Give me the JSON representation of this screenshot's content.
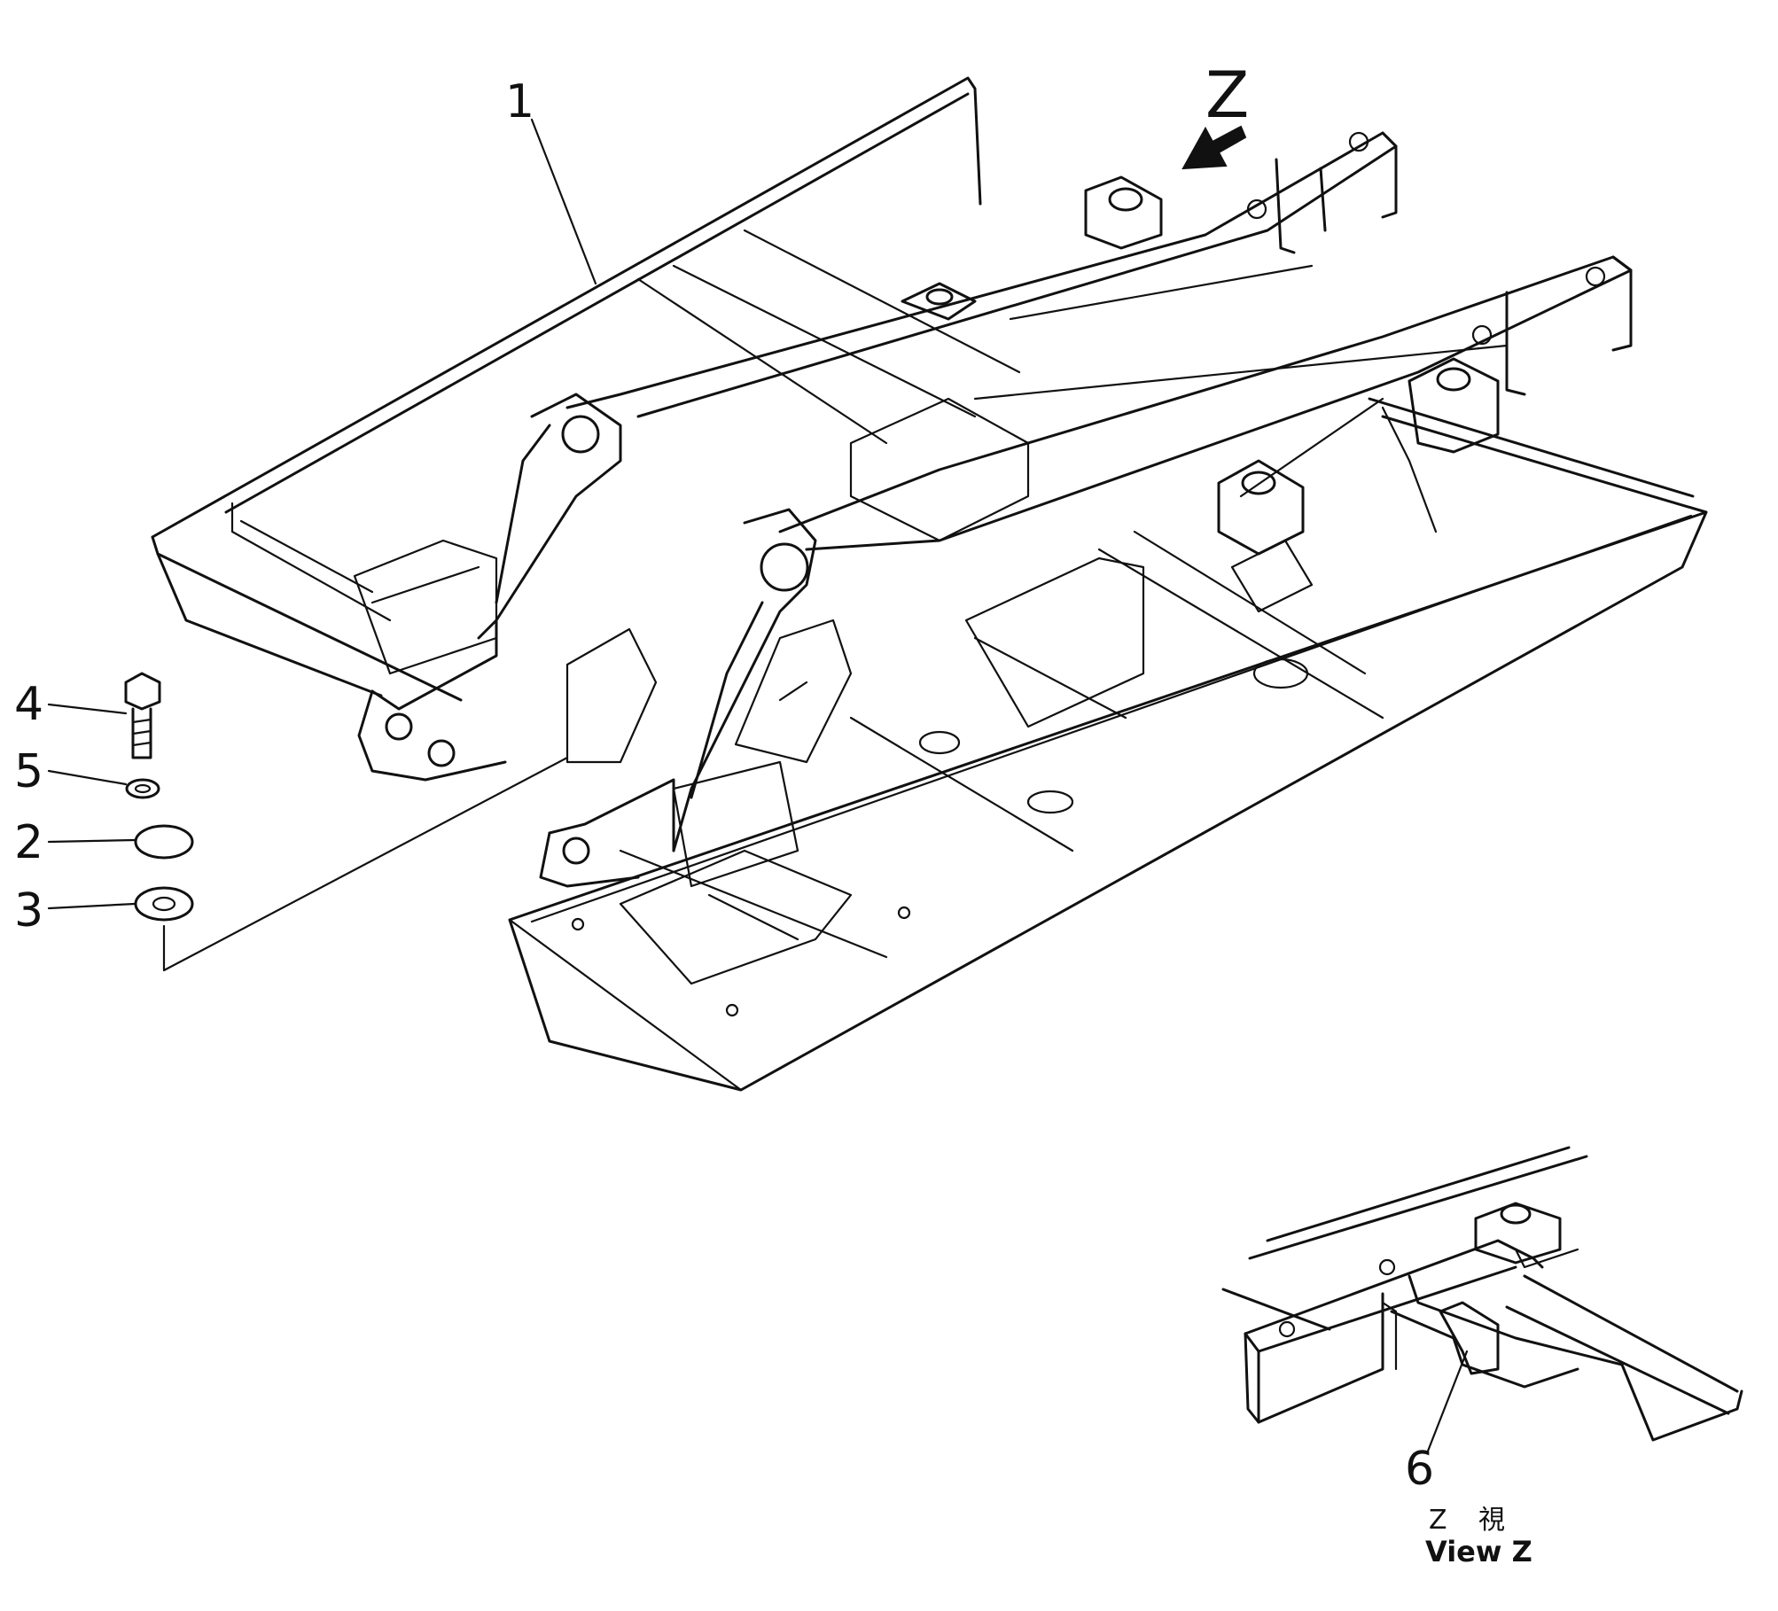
{
  "callouts": {
    "part_1": "1",
    "part_2": "2",
    "part_3": "3",
    "part_4": "4",
    "part_5": "5",
    "part_6": "6",
    "view_arrow": "Z"
  },
  "view_caption": {
    "line1_letter": "Z",
    "line1_kanji": "視",
    "line2": "View Z"
  }
}
